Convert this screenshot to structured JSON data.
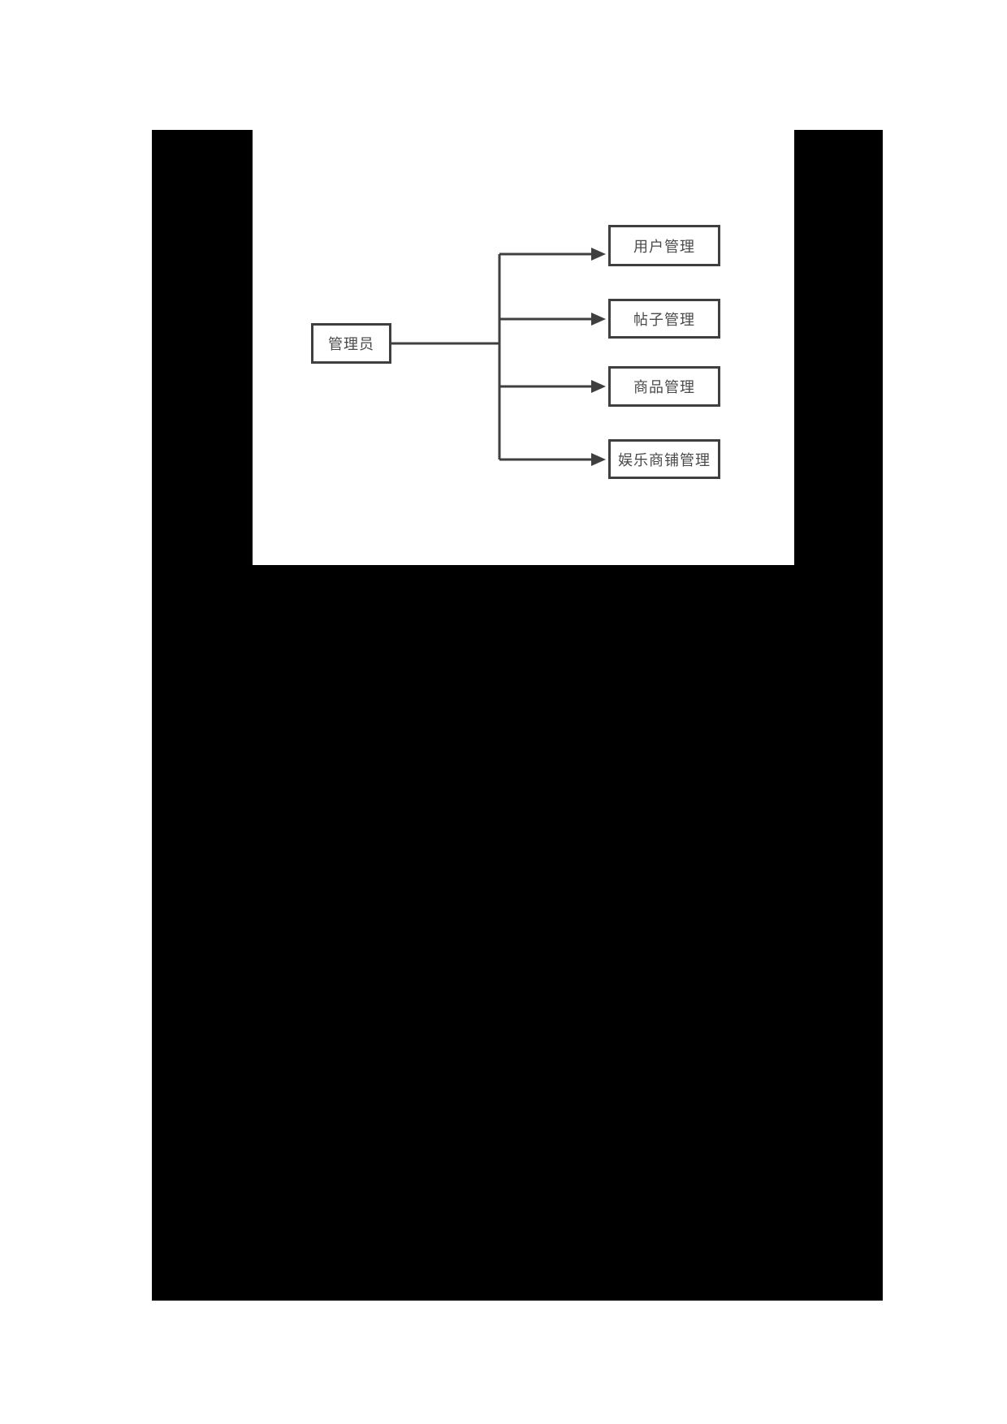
{
  "page": {
    "background_color": "#ffffff",
    "redaction_color": "#000000",
    "panel_background": "#ffffff"
  },
  "diagram": {
    "type": "tree",
    "line_color": "#3f3f3f",
    "node_border_color": "#3f3f3f",
    "node_text_color": "#4a4a4a",
    "root": {
      "label": "管理员"
    },
    "children": [
      {
        "label": "用户管理"
      },
      {
        "label": "帖子管理"
      },
      {
        "label": "商品管理"
      },
      {
        "label": "娱乐商铺管理"
      }
    ]
  }
}
